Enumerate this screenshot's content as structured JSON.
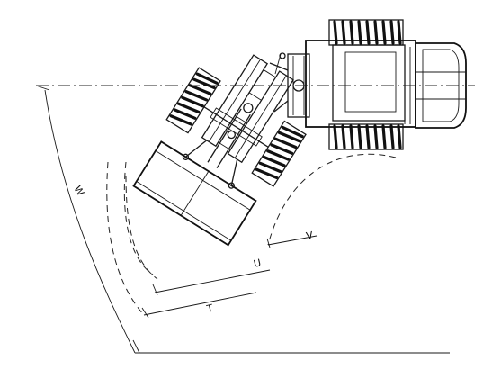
{
  "dimension_labels": {
    "w": "W",
    "t": "T",
    "u": "U",
    "v": "V"
  }
}
